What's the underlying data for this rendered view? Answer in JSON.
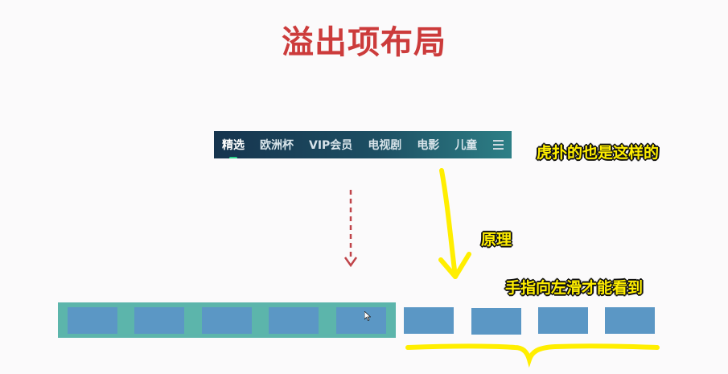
{
  "title": "溢出项布局",
  "nav": {
    "tabs": [
      "精选",
      "欧洲杯",
      "VIP会员",
      "电视剧",
      "电影",
      "儿童"
    ],
    "active_tab": "精选",
    "menu_icon": "hamburger-icon"
  },
  "annotations": {
    "huya": "虎扑的也是这样的",
    "principle": "原理",
    "swipe": "手指向左滑才能看到"
  },
  "diagram": {
    "visible_items": 5,
    "overflow_items": 4
  },
  "colors": {
    "title": "#cc3b3b",
    "container": "#5cb5ab",
    "item": "#5b97c5",
    "highlight": "#ffee00",
    "dashed_arrow": "#c0444a"
  }
}
